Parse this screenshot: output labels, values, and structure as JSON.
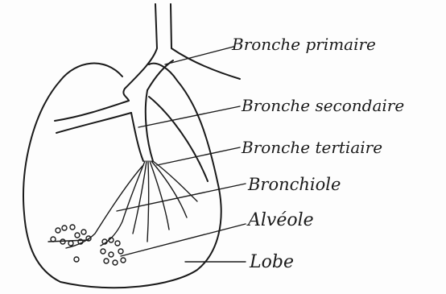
{
  "diagram": {
    "labels": {
      "bronche_primaire": "Bronche primaire",
      "bronche_secondaire": "Bronche secondaire",
      "bronche_tertiaire": "Bronche tertiaire",
      "bronchiole": "Bronchiole",
      "alveole": "Alvéole",
      "lobe": "Lobe"
    }
  }
}
